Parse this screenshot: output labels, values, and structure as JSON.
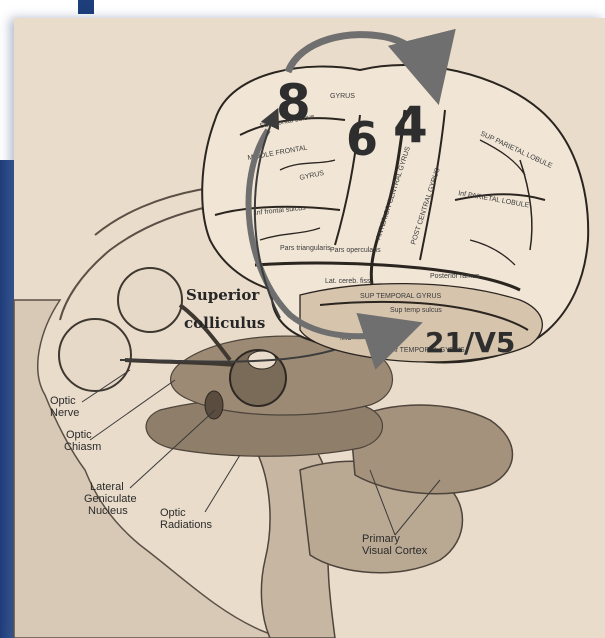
{
  "diagram": {
    "brain_areas": {
      "area_8": "8",
      "area_6": "6",
      "area_4": "4",
      "area_mt": "21/V5"
    },
    "structures": {
      "superior_colliculus_line1": "Superior",
      "superior_colliculus_line2": "colliculus",
      "optic_nerve_line1": "Optic",
      "optic_nerve_line2": "Nerve",
      "optic_chiasm_line1": "Optic",
      "optic_chiasm_line2": "Chiasm",
      "lgn_line1": "Lateral",
      "lgn_line2": "Geniculate",
      "lgn_line3": "Nucleus",
      "optic_radiations_line1": "Optic",
      "optic_radiations_line2": "Radiations",
      "primary_visual_cortex_line1": "Primary",
      "primary_visual_cortex_line2": "Visual Cortex"
    },
    "gyri": {
      "sup_frontal": "Sup frontal sulcus",
      "gyrus_top": "GYRUS",
      "middle_frontal": "MIDDLE FRONTAL",
      "gyrus_mid": "GYRUS",
      "inf_frontal": "Inf frontal sulcus",
      "anterior_central": "ANTERIOR CENTRAL GYRUS",
      "post_central": "POST CENTRAL GYRUS",
      "sup_parietal": "SUP PARIETAL LOBULE",
      "inf_parietal": "Inf PARIETAL LOBULE",
      "pars_triangularis": "Pars triangularis",
      "pars_opercularis": "Pars opercularis",
      "sup_temporal": "SUP TEMPORAL GYRUS",
      "lat_cereb_fiss": "Lat. cereb. fiss.",
      "mid_temporal": "Mid",
      "inf_temporal": "Inf TEMPORAL GYRUS",
      "posterior_ramus": "Posterior ramus",
      "sup_temporal_sulcus": "Sup temp sulcus"
    }
  }
}
